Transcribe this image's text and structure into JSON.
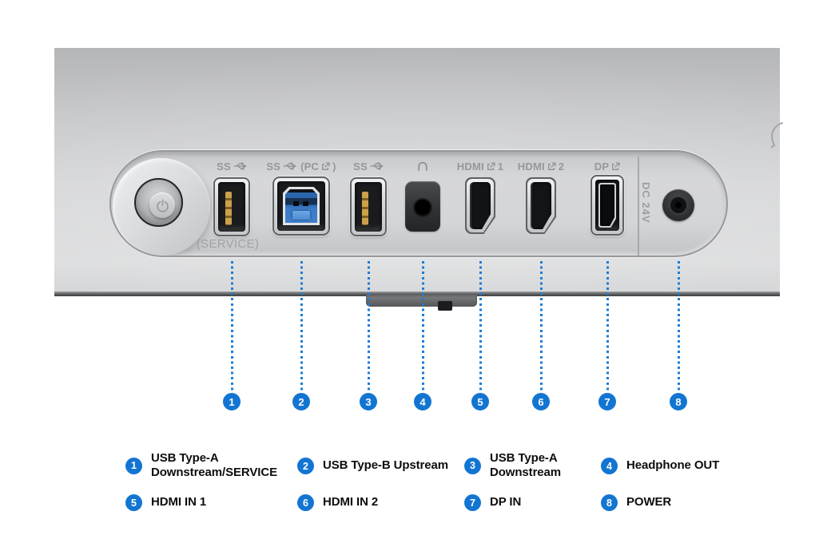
{
  "colors": {
    "accent_blue": "#1375d2",
    "dot_line_blue": "#1e7cd6",
    "body_gray_top": "#b5b6b8",
    "body_gray_bottom": "#dbdcdd",
    "recess_gray": "#d4d5d7",
    "port_label_gray": "#95989b",
    "usb_b_blue": "#3c7cc9",
    "usb_contact_gold": "#cda04b"
  },
  "icons": {
    "power": "power-icon",
    "usb_superspeed": "usb-superspeed-icon",
    "arrow_box": "arrow-out-box-icon",
    "headphone": "headphone-icon"
  },
  "ports": [
    {
      "id": 1,
      "type": "usb-a",
      "label": "SS",
      "sub_label": "(SERVICE)"
    },
    {
      "id": 2,
      "type": "usb-b",
      "label": "SS",
      "label2_open": "(PC",
      "label2_close": ")"
    },
    {
      "id": 3,
      "type": "usb-a",
      "label": "SS"
    },
    {
      "id": 4,
      "type": "headphone"
    },
    {
      "id": 5,
      "type": "hdmi",
      "label": "HDMI",
      "number": "1"
    },
    {
      "id": 6,
      "type": "hdmi",
      "label": "HDMI",
      "number": "2"
    },
    {
      "id": 7,
      "type": "displayport",
      "label": "DP"
    },
    {
      "id": 8,
      "type": "dc-power",
      "label": "DC 24V"
    }
  ],
  "callouts": [
    "1",
    "2",
    "3",
    "4",
    "5",
    "6",
    "7",
    "8"
  ],
  "legend": [
    {
      "num": "1",
      "label": "USB Type-A\nDownstream/SERVICE"
    },
    {
      "num": "2",
      "label": "USB Type-B Upstream"
    },
    {
      "num": "3",
      "label": "USB Type-A\nDownstream"
    },
    {
      "num": "4",
      "label": "Headphone OUT"
    },
    {
      "num": "5",
      "label": "HDMI IN 1"
    },
    {
      "num": "6",
      "label": "HDMI IN 2"
    },
    {
      "num": "7",
      "label": "DP IN"
    },
    {
      "num": "8",
      "label": "POWER"
    }
  ]
}
